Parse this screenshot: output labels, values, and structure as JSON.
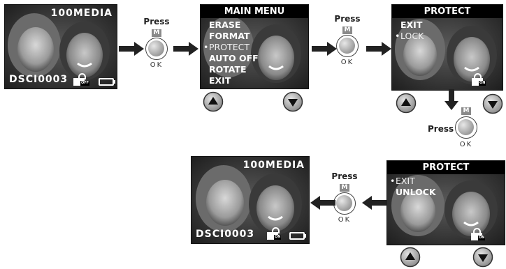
{
  "screens": {
    "s1": {
      "folder": "100MEDIA",
      "file": "DSCI0003",
      "lock_tag": "OFF"
    },
    "s2": {
      "title": "MAIN MENU",
      "items": [
        {
          "bullet": "",
          "label": "ERASE"
        },
        {
          "bullet": "",
          "label": "FORMAT"
        },
        {
          "bullet": "•",
          "label": "PROTECT"
        },
        {
          "bullet": "",
          "label": "AUTO OFF"
        },
        {
          "bullet": "",
          "label": "ROTATE"
        },
        {
          "bullet": "",
          "label": "EXIT"
        }
      ]
    },
    "s3": {
      "title": "PROTECT",
      "items": [
        {
          "bullet": "",
          "label": "EXIT"
        },
        {
          "bullet": "•",
          "label": "LOCK"
        }
      ],
      "lock_tag": "ON"
    },
    "s4": {
      "title": "PROTECT",
      "items": [
        {
          "bullet": "•",
          "label": "EXIT"
        },
        {
          "bullet": "",
          "label": "UNLOCK"
        }
      ],
      "lock_tag": "ON"
    },
    "s5": {
      "folder": "100MEDIA",
      "file": "DSCI0003",
      "lock_tag": "ON"
    }
  },
  "press": {
    "label": "Press",
    "m": "M",
    "ok": "OK"
  },
  "icons": {
    "flow_arrow": "arrow-icon",
    "up_button": "up-arrow-button-icon",
    "down_button": "down-arrow-button-icon",
    "lock": "lock-icon",
    "battery": "battery-icon"
  },
  "colors": {
    "photo_dark": "#2b2b2b",
    "menu_bar": "#000000",
    "button_gray": "#b0b0b0"
  }
}
